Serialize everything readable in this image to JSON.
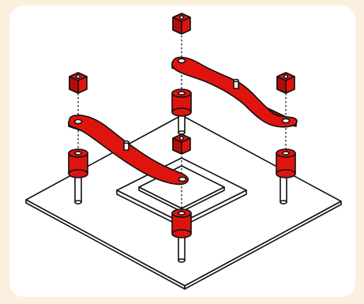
{
  "figure": {
    "subject": "exploded-mounting-bracket-assembly",
    "colors": {
      "background": "#fcefdf",
      "card": "#ffffff",
      "part_red": "#e0140f",
      "part_red_dark": "#b30d0a",
      "outline": "#111111",
      "board_fill": "#ffffff",
      "pin_fill": "#ffffff"
    },
    "parts": {
      "base_plate": "board",
      "chip_stack": "square-chip",
      "brackets": [
        "left-bracket",
        "right-bracket"
      ],
      "nuts": [
        "nut-top-right",
        "nut-top-left",
        "nut-right",
        "nut-center"
      ],
      "standoffs": [
        "standoff-left",
        "standoff-right",
        "standoff-center-back",
        "standoff-front"
      ],
      "pins": [
        "pin-left",
        "pin-right",
        "pin-back",
        "pin-front"
      ]
    }
  }
}
